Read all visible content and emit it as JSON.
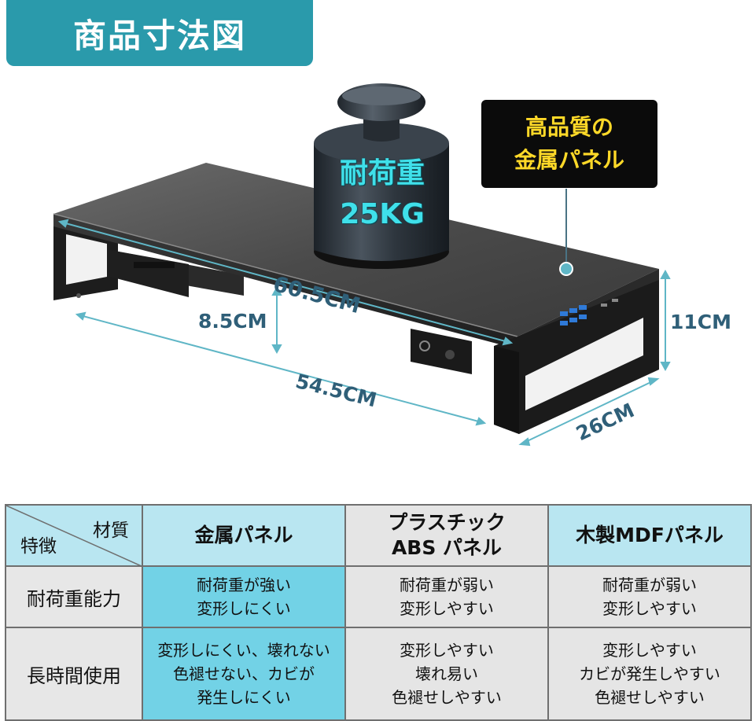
{
  "page_title": "商品寸法図",
  "callout": {
    "line1": "高品質の",
    "line2": "金属パネル"
  },
  "weight": {
    "line1": "耐荷重",
    "line2": "25KG"
  },
  "dimensions": {
    "length": "60.5CM",
    "inner_width": "54.5CM",
    "height": "11CM",
    "depth": "26CM",
    "clearance": "8.5CM"
  },
  "table": {
    "corner_top": "材質",
    "corner_bottom": "特徴",
    "columns": [
      {
        "line1": "金属パネル",
        "line2": ""
      },
      {
        "line1": "プラスチック",
        "line2": "ABS パネル"
      },
      {
        "line1": "木製MDFパネル",
        "line2": ""
      }
    ],
    "rows": [
      {
        "label": "耐荷重能力",
        "cells": [
          [
            "耐荷重が強い",
            "変形しにくい"
          ],
          [
            "耐荷重が弱い",
            "変形しやすい"
          ],
          [
            "耐荷重が弱い",
            "変形しやすい"
          ]
        ]
      },
      {
        "label": "長時間使用",
        "cells": [
          [
            "変形しにくい、壊れない",
            "色褪せない、カビが",
            "発生しにくい"
          ],
          [
            "変形しやすい",
            "壊れ易い",
            "色褪せしやすい"
          ],
          [
            "変形しやすい",
            "カビが発生しやすい",
            "色褪せしやすい"
          ]
        ]
      }
    ]
  },
  "colors": {
    "title_bg": "#2a9aab",
    "header_blue": "#b9e6f1",
    "highlight_cyan": "#72d2e6",
    "gray_cell": "#e5e5e5",
    "callout_text": "#ffd928",
    "weight_text": "#3fe0ea",
    "dimension_line": "#5fb6c6"
  }
}
